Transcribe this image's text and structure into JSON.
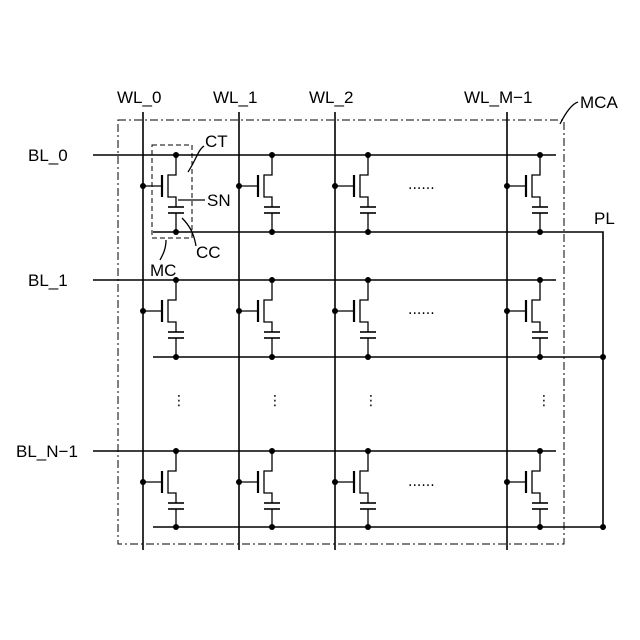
{
  "word_lines": [
    "WL_0",
    "WL_1",
    "WL_2",
    "WL_M−1"
  ],
  "bit_lines": [
    "BL_0",
    "BL_1",
    "BL_N−1"
  ],
  "labels": {
    "array": "MCA",
    "plate_line": "PL",
    "transistor": "CT",
    "storage_node": "SN",
    "capacitor": "CC",
    "memory_cell": "MC"
  },
  "ellipsis_horizontal": "······",
  "ellipsis_vertical": "⋮",
  "colors": {
    "line": "#000000",
    "background": "#ffffff"
  }
}
